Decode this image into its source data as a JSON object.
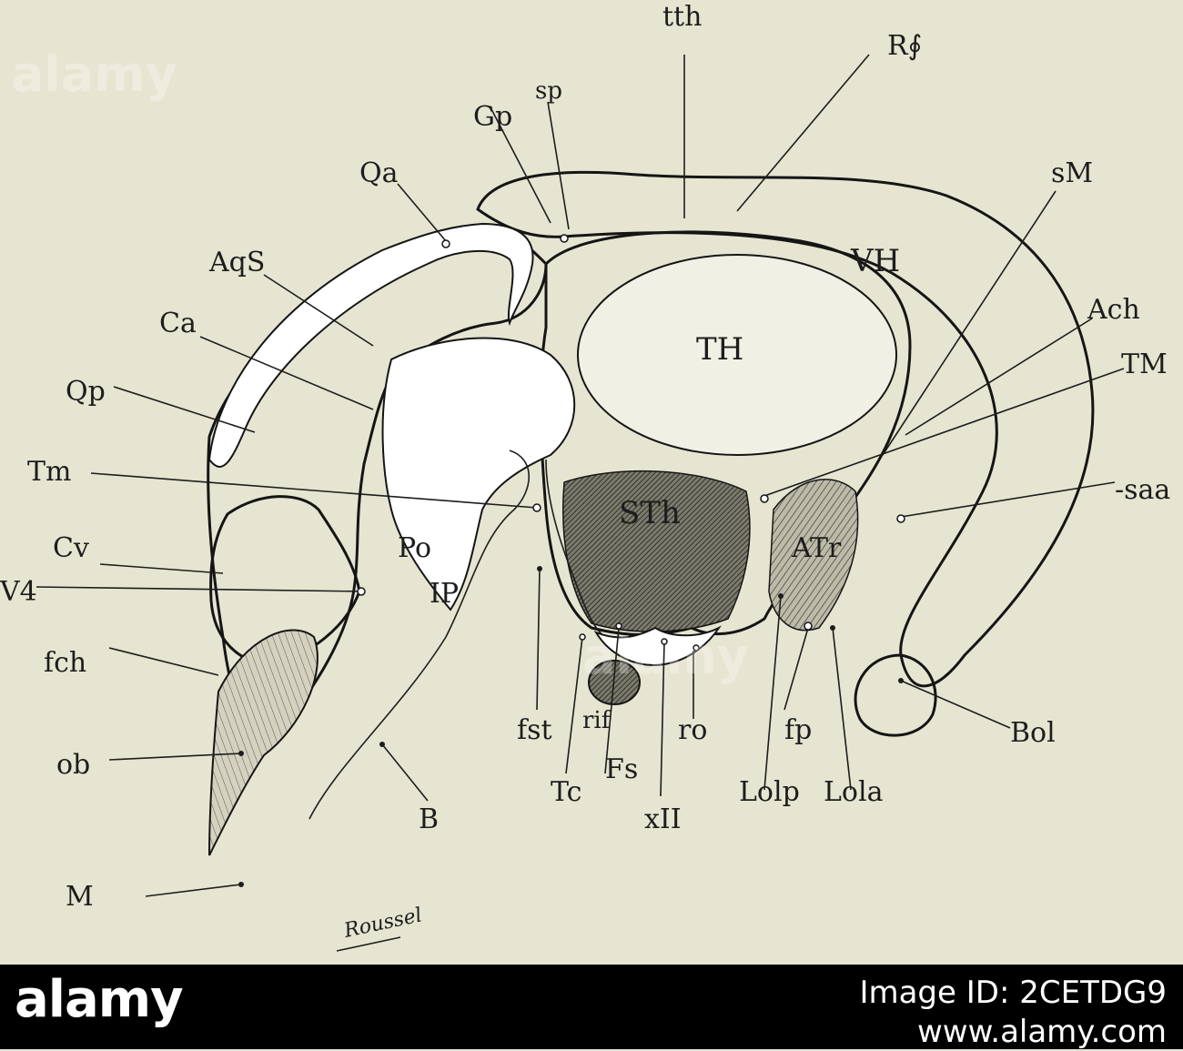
{
  "labels": {
    "tth": "tth",
    "Rf": "R∮",
    "sp": "sp",
    "Gp": "Gp",
    "Qa": "Qa",
    "sM": "sM",
    "AqS": "AqS",
    "VH": "VH",
    "Ca": "Ca",
    "TH": "TH",
    "Ach": "Ach",
    "Qp": "Qp",
    "TM": "TM",
    "Tm": "Tm",
    "saa": "-saa",
    "STh": "STh",
    "Cv": "Cv",
    "Po": "Po",
    "ATr": "ATr",
    "V4": "V4",
    "IP": "IP",
    "fch": "fch",
    "rif": "rif",
    "Bol": "Bol",
    "fst": "fst",
    "ro": "ro",
    "fp": "fp",
    "ob": "ob",
    "Fs": "Fs",
    "Tc": "Tc",
    "Lolp": "Lolp",
    "Lola": "Lola",
    "xII": "xII",
    "B": "B",
    "M": "M"
  },
  "signature": "Roussel",
  "footer": {
    "brand": "alamy",
    "image_id_label": "Image ID: 2CETDG9",
    "url": "www.alamy.com"
  },
  "watermark": "alamy"
}
